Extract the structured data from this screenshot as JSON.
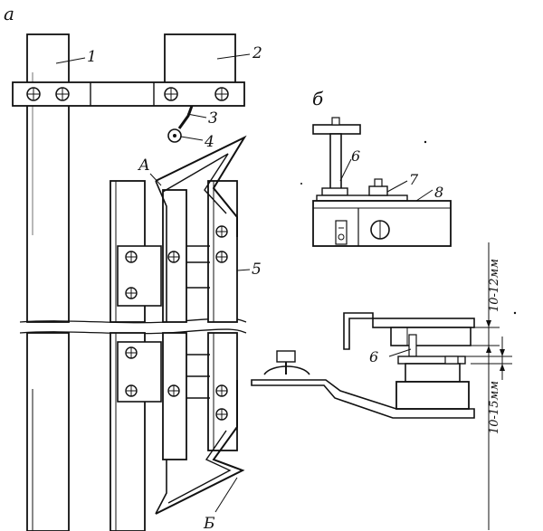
{
  "figure": {
    "panel_labels": {
      "a": "а",
      "b": "б"
    },
    "callouts": {
      "n1": "1",
      "n2": "2",
      "n3": "3",
      "n4": "4",
      "n5": "5",
      "n6_top": "6",
      "n7": "7",
      "n8": "8",
      "n6_bottom": "6",
      "A": "А",
      "B": "Б"
    },
    "dimensions": {
      "upper": "10-12мм",
      "lower": "10-15мм"
    }
  }
}
